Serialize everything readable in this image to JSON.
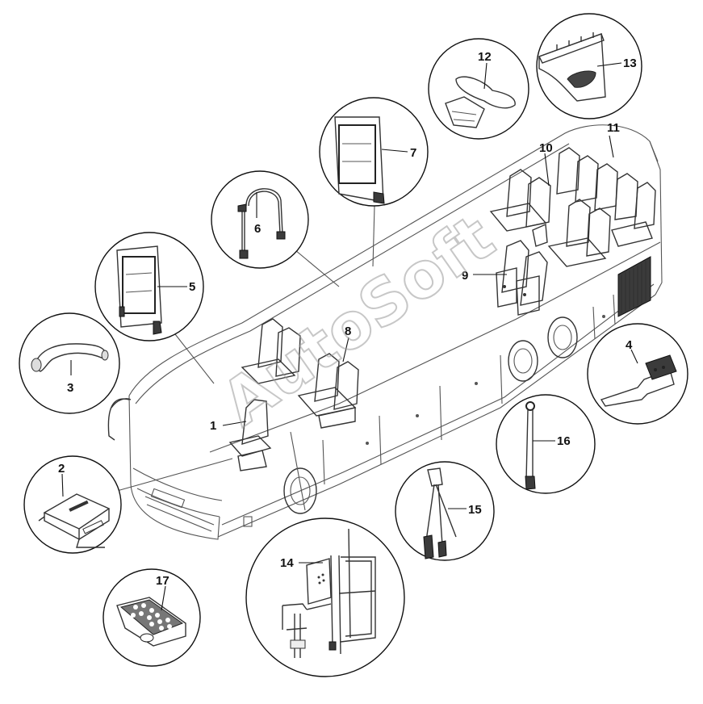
{
  "diagram": {
    "labels": [
      "1",
      "2",
      "3",
      "4",
      "5",
      "6",
      "7",
      "8",
      "9",
      "10",
      "11",
      "12",
      "13",
      "14",
      "15",
      "16",
      "17"
    ],
    "watermark": "AutoSoft"
  }
}
